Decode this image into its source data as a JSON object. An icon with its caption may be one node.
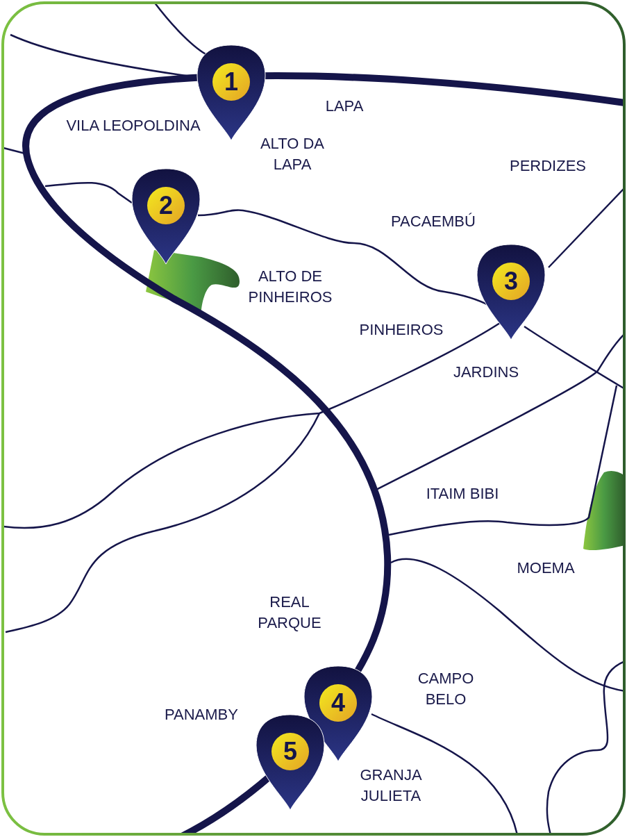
{
  "diagram": {
    "nodes": [
      {
        "text": [
          "1"
        ]
      },
      {
        "text": [
          "2"
        ]
      },
      {
        "text": [
          "3"
        ]
      },
      {
        "text": [
          "4"
        ]
      },
      {
        "text": [
          "5"
        ]
      }
    ],
    "labels": [
      "LAPA",
      "VILA LEOPOLDINA",
      "ALTO DA LAPA",
      "PERDIZES",
      "PACAEMBÚ",
      "ALTO DE PINHEIROS",
      "PINHEIROS",
      "JARDINS",
      "ITAIM BIBI",
      "MOEMA",
      "REAL PARQUE",
      "CAMPO BELO",
      "PANAMBY",
      "GRANJA JULIETA"
    ]
  }
}
